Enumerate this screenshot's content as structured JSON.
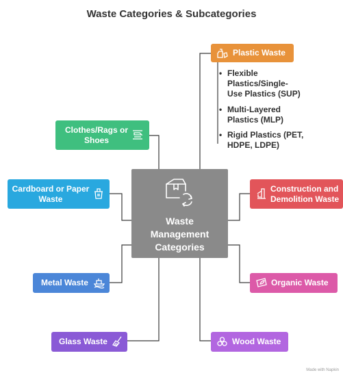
{
  "title": "Waste Categories & Subcategories",
  "center": {
    "label_lines": [
      "Waste",
      "Management",
      "Categories"
    ],
    "icon": "recycle-box-icon"
  },
  "categories": {
    "plastic": {
      "label": "Plastic Waste",
      "color": "#e8923a",
      "icon": "plastic-bottle-icon"
    },
    "clothes": {
      "label_lines": [
        "Clothes/Rags or",
        "Shoes"
      ],
      "color": "#3fbf7f",
      "icon": "shoe-icon"
    },
    "cardboard": {
      "label_lines": [
        "Cardboard or Paper",
        "Waste"
      ],
      "color": "#29a8df",
      "icon": "paper-bin-icon"
    },
    "construction": {
      "label_lines": [
        "Construction and",
        "Demolition Waste"
      ],
      "color": "#e2555a",
      "icon": "construction-crane-icon"
    },
    "metal": {
      "label": "Metal Waste",
      "color": "#4b86d8",
      "icon": "ship-icon"
    },
    "organic": {
      "label": "Organic Waste",
      "color": "#dc5aa8",
      "icon": "leaf-card-icon"
    },
    "glass": {
      "label": "Glass Waste",
      "color": "#8a5ad6",
      "icon": "broom-icon"
    },
    "wood": {
      "label": "Wood Waste",
      "color": "#b266e0",
      "icon": "wood-log-icon"
    }
  },
  "plastic_subcategories": [
    {
      "lines": [
        "Flexible",
        "Plastics/Single-",
        "Use Plastics (SUP)"
      ]
    },
    {
      "lines": [
        "Multi-Layered",
        "Plastics (MLP)"
      ]
    },
    {
      "lines": [
        "Rigid Plastics (PET,",
        "HDPE, LDPE)"
      ]
    }
  ],
  "credit": "Made with Napkin"
}
